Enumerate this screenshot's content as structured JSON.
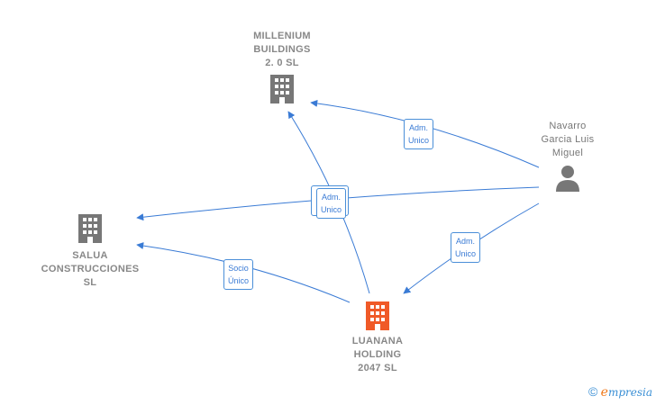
{
  "colors": {
    "edge": "#3a7bd5",
    "building_gray": "#777777",
    "building_main": "#f05a28",
    "person": "#777777"
  },
  "nodes": {
    "millenium": {
      "line1": "MILLENIUM",
      "line2": "BUILDINGS",
      "line3": "2. 0  SL",
      "icon": "building-icon"
    },
    "salua": {
      "line1": "SALUA",
      "line2": "CONSTRUCCIONES",
      "line3": "SL",
      "icon": "building-icon"
    },
    "luanana": {
      "line1": "LUANANA",
      "line2": "HOLDING",
      "line3": "2047  SL",
      "icon": "building-icon"
    },
    "navarro": {
      "line1": "Navarro",
      "line2": "Garcia Luis",
      "line3": "Miguel",
      "icon": "person-icon"
    }
  },
  "edges": {
    "adm_millenium": {
      "line1": "Adm.",
      "line2": "Unico"
    },
    "adm_salua": {
      "line1": "Adm.",
      "line2": "Unico"
    },
    "adm_luanana": {
      "line1": "Adm.",
      "line2": "Unico"
    },
    "socio_salua": {
      "line1": "Socio",
      "line2": "Único"
    }
  },
  "footer": {
    "copyright_symbol": "©",
    "brand_initial": "e",
    "brand_rest": "mpresia"
  }
}
